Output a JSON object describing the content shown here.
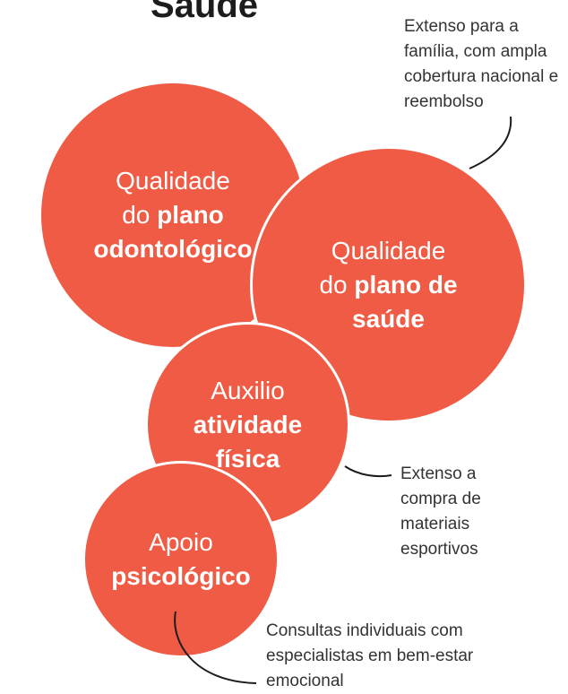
{
  "title": "Saúde",
  "colors": {
    "circle_fill": "#ef5b44",
    "text_dark": "#1c1c1c",
    "note_text": "#333333"
  },
  "circles": [
    {
      "id": "odonto",
      "line1": "Qualidade",
      "line2_plain": "do ",
      "line2_bold": "plano",
      "line3_bold": "odontológico"
    },
    {
      "id": "saude",
      "line1": "Qualidade",
      "line2_plain": "do ",
      "line2_bold": "plano de",
      "line3_bold": "saúde"
    },
    {
      "id": "atv",
      "line1": "Auxilio",
      "line2_bold": "atividade",
      "line3_bold": "física"
    },
    {
      "id": "apoio",
      "line1": "Apoio",
      "line2_bold": "psicológico"
    }
  ],
  "notes": {
    "saude": "Extenso para a família, com ampla cobertura nacional e reembolso",
    "atv": "Extenso a compra de materiais esportivos",
    "apoio": "Consultas individuais com especialistas em bem-estar emocional"
  }
}
